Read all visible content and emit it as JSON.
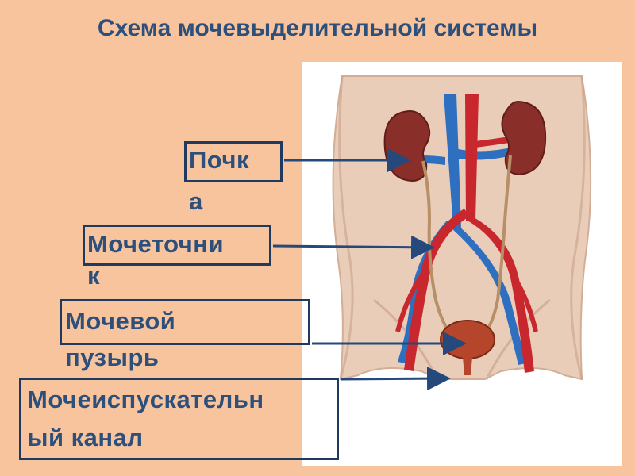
{
  "title": "Схема мочевыделительной системы",
  "labels": {
    "kidney": {
      "line1": "Почк",
      "line2": "а"
    },
    "ureter": {
      "line1": "Мочеточни",
      "line2": "к"
    },
    "bladder": {
      "line1": "Мочевой",
      "line2": "пузырь"
    },
    "urethra": {
      "line1": "Мочеиспускательн",
      "line2": "ый канал"
    }
  },
  "colors": {
    "background": "#f8c49e",
    "text": "#2c4f7c",
    "box_border": "#1f3a5f",
    "arrow": "#24497a",
    "artery": "#c8272d",
    "vein": "#2f6fc0",
    "kidney": "#8a2e2a",
    "skin": "#e9cdb9"
  }
}
